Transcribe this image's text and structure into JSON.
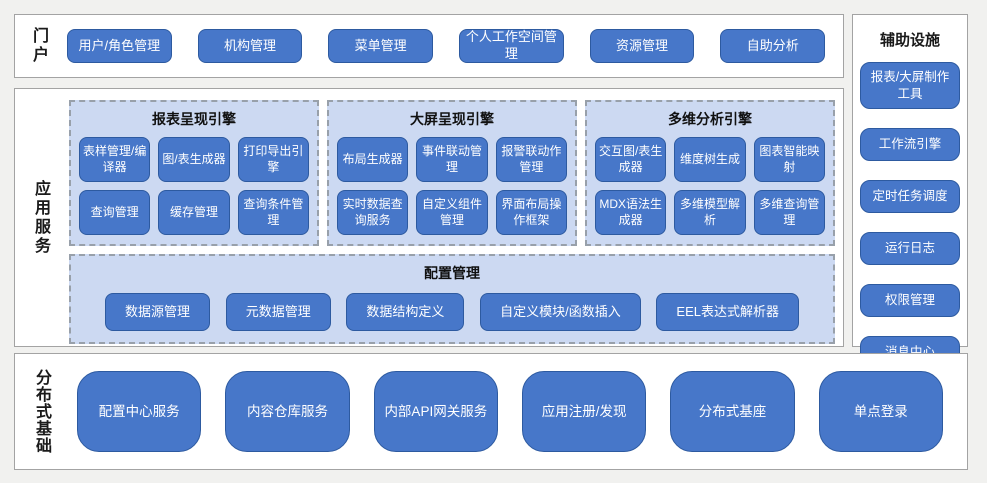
{
  "portal": {
    "label": "门户",
    "buttons": [
      "用户/角色管理",
      "机构管理",
      "菜单管理",
      "个人工作空间管理",
      "资源管理",
      "自助分析"
    ]
  },
  "app_services": {
    "label": "应用服务",
    "engines": [
      {
        "title": "报表呈现引擎",
        "buttons": [
          "表样管理/编译器",
          "图/表生成器",
          "打印导出引擎",
          "查询管理",
          "缓存管理",
          "查询条件管理"
        ]
      },
      {
        "title": "大屏呈现引擎",
        "buttons": [
          "布局生成器",
          "事件联动管理",
          "报警联动作管理",
          "实时数据查询服务",
          "自定义组件管理",
          "界面布局操作框架"
        ]
      },
      {
        "title": "多维分析引擎",
        "buttons": [
          "交互图/表生成器",
          "维度树生成",
          "图表智能映射",
          "MDX语法生成器",
          "多维模型解析",
          "多维查询管理"
        ]
      }
    ],
    "config": {
      "title": "配置管理",
      "buttons": [
        "数据源管理",
        "元数据管理",
        "数据结构定义",
        "自定义模块/函数插入",
        "EEL表达式解析器"
      ]
    }
  },
  "auxiliary": {
    "title": "辅助设施",
    "buttons": [
      "报表/大屏制作工具",
      "工作流引擎",
      "定时任务调度",
      "运行日志",
      "权限管理",
      "消息中心"
    ]
  },
  "distributed": {
    "label": "分布式基础",
    "buttons": [
      "配置中心服务",
      "内容仓库服务",
      "内部API网关服务",
      "应用注册/发现",
      "分布式基座",
      "单点登录"
    ]
  },
  "colors": {
    "background": "#f1f1ef",
    "node_fill": "#4777c9",
    "node_border": "#2d5aa0",
    "panel_fill": "#ccd9f2",
    "panel_dash_border": "#98a0aa",
    "section_border": "#a3a3a3",
    "node_text": "#ffffff"
  }
}
